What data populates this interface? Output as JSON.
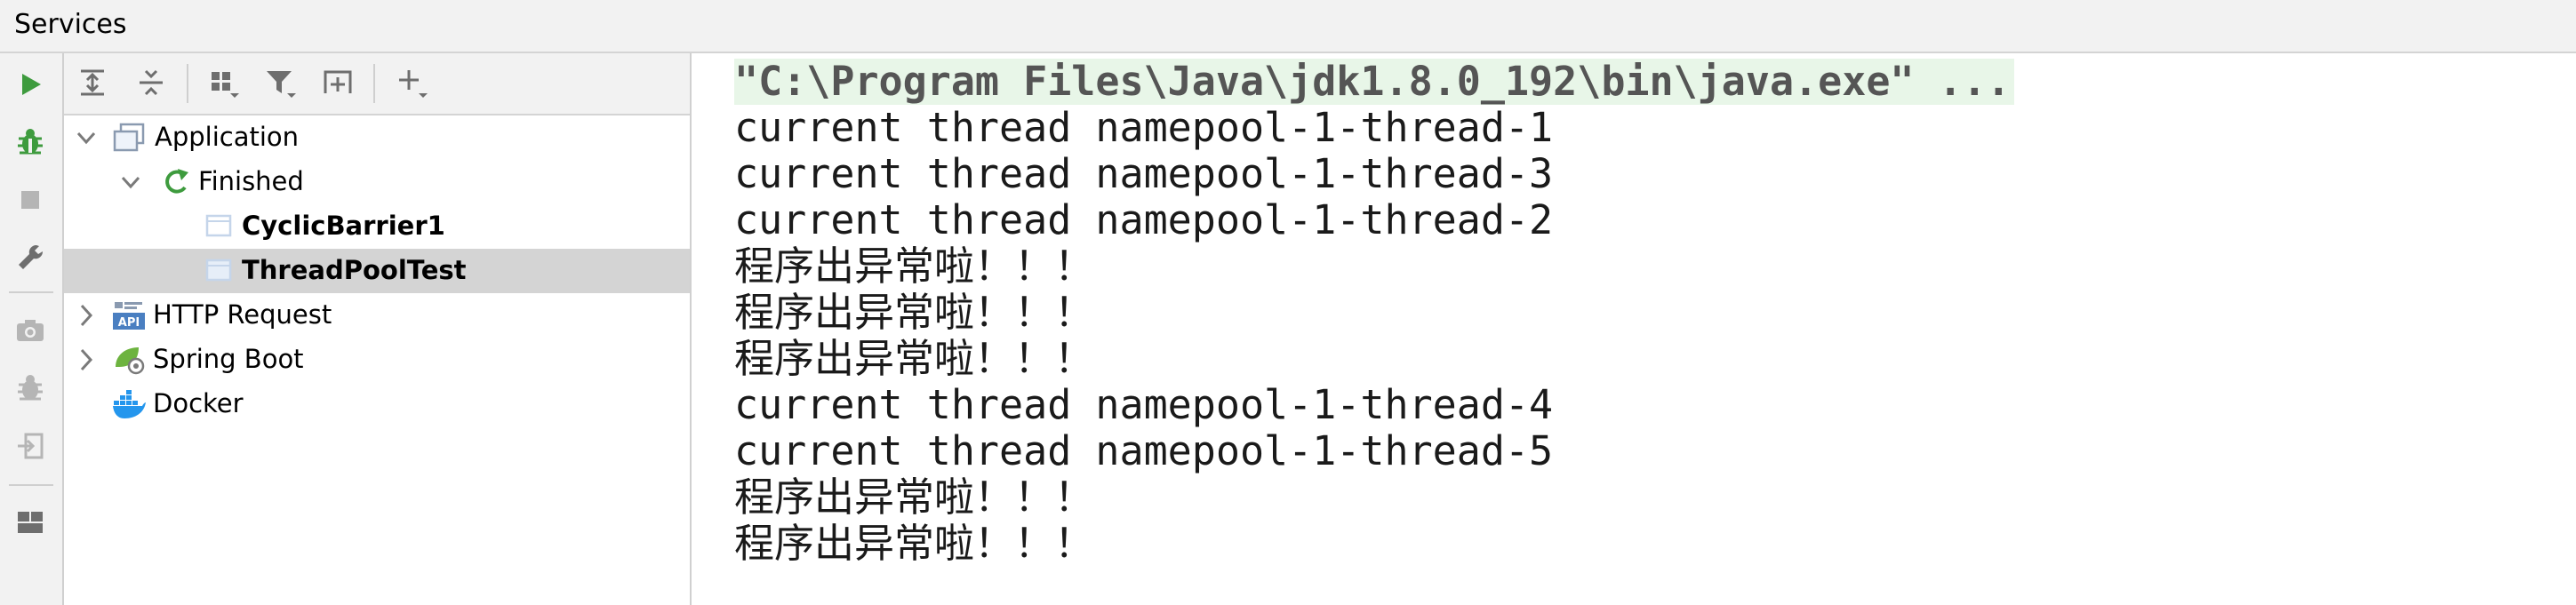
{
  "window": {
    "title": "Services"
  },
  "left_toolbar": {
    "icons": [
      "run-icon",
      "debug-icon",
      "stop-icon",
      "wrench-icon",
      "camera-icon",
      "debug-disabled-icon",
      "exit-icon",
      "layout-icon"
    ],
    "colors": {
      "run": "#3e9b3e",
      "debug": "#3e9b3e",
      "disabled": "#b5b5b5",
      "wrench": "#6e6e6e"
    }
  },
  "tree_toolbar": {
    "icons": [
      "expand-all-icon",
      "collapse-all-icon",
      "group-icon",
      "filter-icon",
      "new-tab-icon",
      "add-icon"
    ]
  },
  "tree": {
    "application": "Application",
    "finished": "Finished",
    "cyclic": "CyclicBarrier1",
    "threadpool": "ThreadPoolTest",
    "http": "HTTP Request",
    "http_badge": "API",
    "spring": "Spring Boot",
    "docker": "Docker"
  },
  "console": {
    "lines": [
      "\"C:\\Program Files\\Java\\jdk1.8.0_192\\bin\\java.exe\" ...",
      "current thread namepool-1-thread-1",
      "current thread namepool-1-thread-3",
      "current thread namepool-1-thread-2",
      "程序出异常啦！！！",
      "程序出异常啦！！！",
      "程序出异常啦！！！",
      "current thread namepool-1-thread-4",
      "current thread namepool-1-thread-5",
      "程序出异常啦！！！",
      "程序出异常啦！！！"
    ],
    "command_bg": "#e8f6e8"
  }
}
